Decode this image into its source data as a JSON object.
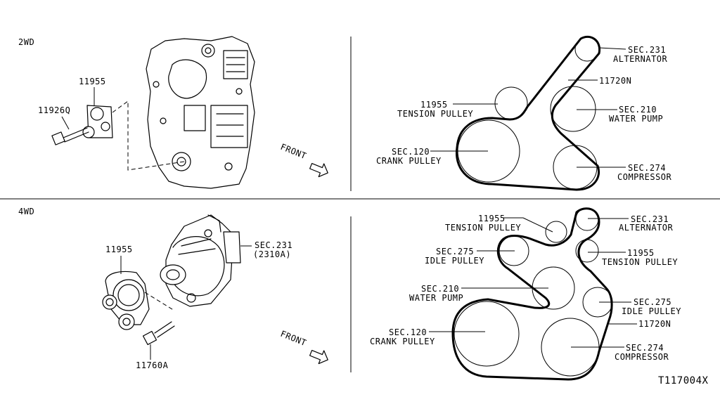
{
  "sections": {
    "top": "2WD",
    "bottom": "4WD"
  },
  "front_label": "FRONT",
  "diagram_code": "T117004X",
  "top_left": {
    "part_tensioner": "11955",
    "part_bolt": "11926Q"
  },
  "bottom_left": {
    "part_tensioner": "11955",
    "part_bolt": "11760A",
    "alternator_sec": "SEC.231",
    "alternator_code": "(2310A)"
  },
  "top_belt": {
    "alternator_sec": "SEC.231",
    "alternator_name": "ALTERNATOR",
    "belt_part": "11720N",
    "tension_part": "11955",
    "tension_name": "TENSION PULLEY",
    "water_sec": "SEC.210",
    "water_name": "WATER PUMP",
    "crank_sec": "SEC.120",
    "crank_name": "CRANK PULLEY",
    "comp_sec": "SEC.274",
    "comp_name": "COMPRESSOR"
  },
  "bottom_belt": {
    "tension1_part": "11955",
    "tension1_name": "TENSION PULLEY",
    "alternator_sec": "SEC.231",
    "alternator_name": "ALTERNATOR",
    "idle1_sec": "SEC.275",
    "idle1_name": "IDLE PULLEY",
    "tension2_part": "11955",
    "tension2_name": "TENSION PULLEY",
    "water_sec": "SEC.210",
    "water_name": "WATER PUMP",
    "idle2_sec": "SEC.275",
    "idle2_name": "IDLE PULLEY",
    "belt_part": "11720N",
    "crank_sec": "SEC.120",
    "crank_name": "CRANK PULLEY",
    "comp_sec": "SEC.274",
    "comp_name": "COMPRESSOR"
  }
}
